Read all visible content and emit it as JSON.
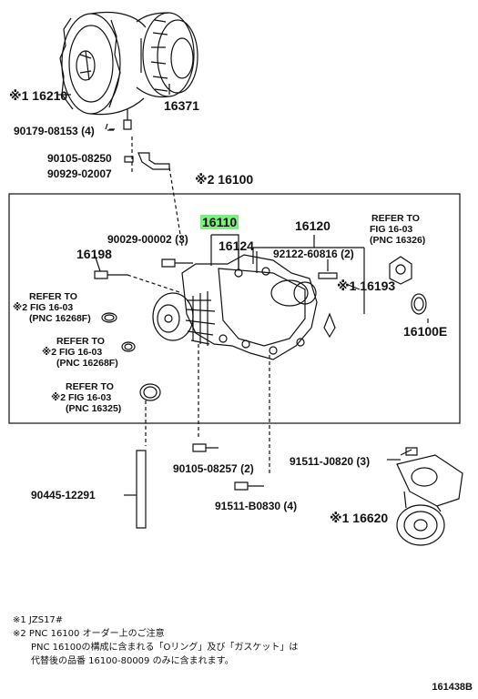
{
  "labels": {
    "p16210": "※1 16210",
    "p16371": "16371",
    "p90179": "90179-08153 (4)",
    "p90105a": "90105-08250",
    "p90929": "90929-02007",
    "p16100": "※2 16100",
    "p16110": "16110",
    "p16120": "16120",
    "p90029": "90029-00002 (3)",
    "p16124": "16124",
    "p92122": "92122-60816 (2)",
    "p16198": "16198",
    "p16193": "※1 16193",
    "p16100e": "16100E",
    "p90105b": "90105-08257 (2)",
    "p91511j": "91511-J0820 (3)",
    "p90445": "90445-12291",
    "p91511b": "91511-B0830 (4)",
    "p16620": "※1 16620"
  },
  "refs": {
    "r1": [
      "REFER TO",
      "FIG 16-03",
      "(PNC 16326)"
    ],
    "r2": [
      "REFER TO",
      "※2 FIG 16-03",
      "(PNC 16268F)"
    ],
    "r3": [
      "REFER TO",
      "※2 FIG 16-03",
      "(PNC 16268F)"
    ],
    "r4": [
      "REFER TO",
      "※2 FIG 16-03",
      "(PNC 16325)"
    ]
  },
  "notes": {
    "n1": "※1 JZS17#",
    "n2": "※2 PNC 16100 オーダー上のご注意",
    "n3": "PNC 16100の構成に含まれる「Oリング」及び「ガスケット」は",
    "n4": "代替後の品番 16100-80009 のみに含まれます。"
  },
  "figure_id": "161438B",
  "colors": {
    "highlight": "#7cf07c",
    "ink": "#111111"
  }
}
